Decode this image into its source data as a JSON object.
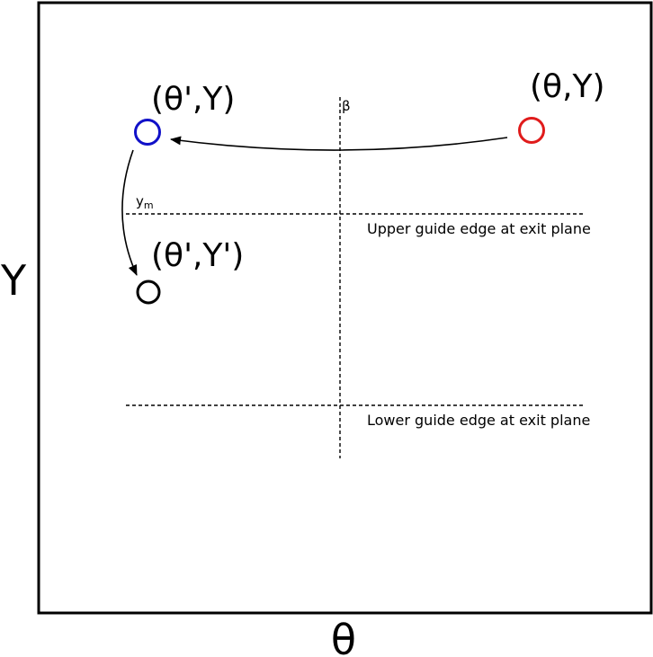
{
  "axes": {
    "x_label": "θ",
    "y_label": "Y"
  },
  "points": {
    "original": {
      "label": "(θ,Y)",
      "color": "#e01b1b"
    },
    "reflected": {
      "label": "(θ',Y)",
      "color": "#1010c8"
    },
    "mapped": {
      "label": "(θ',Y')",
      "color": "#000000"
    }
  },
  "markers": {
    "beta": "β",
    "ym": "y",
    "ym_subscript": "m"
  },
  "guides": {
    "upper": "Upper guide edge at exit plane",
    "lower": "Lower guide edge at exit plane"
  }
}
